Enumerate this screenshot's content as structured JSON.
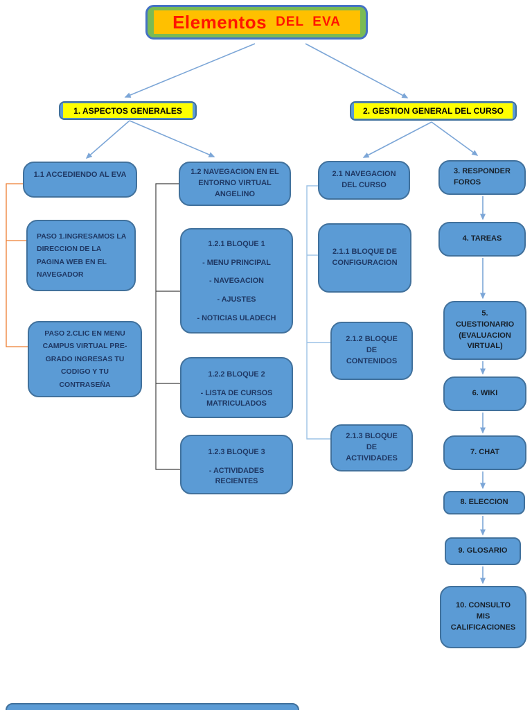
{
  "title": {
    "main": "Elementos",
    "suffix": "DEL  EVA"
  },
  "branches": {
    "general": {
      "label": "1. ASPECTOS GENERALES"
    },
    "gestion": {
      "label": "2. GESTION GENERAL DEL CURSO"
    }
  },
  "nodes": {
    "n1_1": {
      "label": "1.1 ACCEDIENDO AL EVA"
    },
    "paso1": {
      "label": "PASO 1.INGRESAMOS LA DIRECCION DE LA PAGINA WEB EN EL NAVEGADOR"
    },
    "paso2": {
      "label": "PASO 2.CLIC  EN MENU CAMPUS VIRTUAL PRE- GRADO INGRESAS TU  CODIGO Y TU CONTRASEÑA"
    },
    "n1_2": {
      "label": "1.2 NAVEGACION EN EL ENTORNO VIRTUAL ANGELINO"
    },
    "n1_2_1": {
      "title": "1.2.1 BLOQUE 1",
      "items": [
        "- MENU PRINCIPAL",
        "- NAVEGACION",
        "- AJUSTES",
        "- NOTICIAS ULADECH"
      ]
    },
    "n1_2_2": {
      "title": "1.2.2 BLOQUE 2",
      "items": [
        "- LISTA DE CURSOS MATRICULADOS"
      ]
    },
    "n1_2_3": {
      "title": "1.2.3 BLOQUE 3",
      "items": [
        "- ACTIVIDADES RECIENTES"
      ]
    },
    "n2_1": {
      "label": "2.1 NAVEGACION DEL CURSO"
    },
    "n2_1_1": {
      "label": "2.1.1 BLOQUE DE CONFIGURACION"
    },
    "n2_1_2": {
      "label": "2.1.2 BLOQUE DE CONTENIDOS"
    },
    "n2_1_3": {
      "label": "2.1.3 BLOQUE DE ACTIVIDADES"
    },
    "n3": {
      "label": "3. RESPONDER FOROS"
    },
    "n4": {
      "label": "4. TAREAS"
    },
    "n5": {
      "label": "5. CUESTIONARIO (EVALUACION VIRTUAL)"
    },
    "n6": {
      "label": "6. WIKI"
    },
    "n7": {
      "label": "7. CHAT"
    },
    "n8": {
      "label": "8. ELECCION"
    },
    "n9": {
      "label": "9. GLOSARIO"
    },
    "n10": {
      "label": "10. CONSULTO MIS CALIFICACIONES"
    }
  },
  "colors": {
    "node_fill": "#5B9BD5",
    "node_border": "#41719C",
    "header_highlight": "#FFFF00",
    "title_fill": "#FFC000",
    "title_frame": "#7ABA54",
    "title_text": "#FF1500",
    "arrow": "#7CA6D7",
    "bracket_orange": "#ED7D31",
    "bracket_black": "#404040",
    "bracket_blue": "#9CC2E5"
  }
}
